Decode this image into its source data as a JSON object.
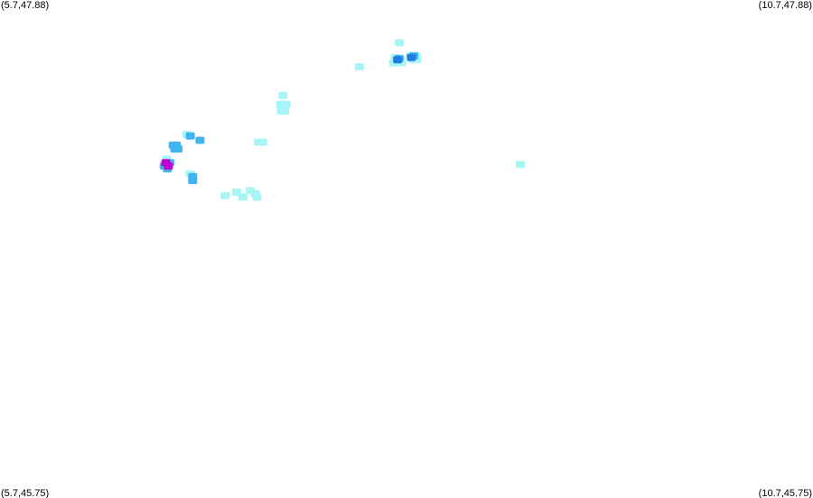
{
  "map": {
    "corners": {
      "top_left": "(5.7,47.88)",
      "top_right": "(10.7,47.88)",
      "bottom_left": "(5.7,45.75)",
      "bottom_right": "(10.7,45.75)"
    },
    "extent": {
      "lon_min": 5.7,
      "lon_max": 10.7,
      "lat_min": 45.75,
      "lat_max": 47.88
    },
    "palette": {
      "background": "#ffffff",
      "light": "#a8f5f8",
      "medium": "#3fb4f0",
      "strong": "#1f7fe0",
      "heavy": "#c000d0"
    },
    "cells": [
      {
        "lon": 7.44,
        "lat": 47.472,
        "level": "light"
      },
      {
        "lon": 7.425,
        "lat": 47.434,
        "level": "light"
      },
      {
        "lon": 7.44,
        "lat": 47.434,
        "level": "light"
      },
      {
        "lon": 7.46,
        "lat": 47.434,
        "level": "light"
      },
      {
        "lon": 7.43,
        "lat": 47.405,
        "level": "light"
      },
      {
        "lon": 7.45,
        "lat": 47.405,
        "level": "light"
      },
      {
        "lon": 7.29,
        "lat": 47.272,
        "level": "light"
      },
      {
        "lon": 7.315,
        "lat": 47.272,
        "level": "light"
      },
      {
        "lon": 7.24,
        "lat": 47.065,
        "level": "light"
      },
      {
        "lon": 7.155,
        "lat": 47.058,
        "level": "light"
      },
      {
        "lon": 7.27,
        "lat": 47.051,
        "level": "light"
      },
      {
        "lon": 7.28,
        "lat": 47.037,
        "level": "light"
      },
      {
        "lon": 7.195,
        "lat": 47.037,
        "level": "light"
      },
      {
        "lon": 7.085,
        "lat": 47.044,
        "level": "light"
      },
      {
        "lon": 6.87,
        "lat": 47.298,
        "level": "medium"
      },
      {
        "lon": 6.93,
        "lat": 47.28,
        "level": "medium"
      },
      {
        "lon": 6.85,
        "lat": 47.305,
        "level": "light"
      },
      {
        "lon": 6.765,
        "lat": 47.259,
        "level": "medium"
      },
      {
        "lon": 6.795,
        "lat": 47.243,
        "level": "medium"
      },
      {
        "lon": 6.775,
        "lat": 47.243,
        "level": "medium"
      },
      {
        "lon": 6.785,
        "lat": 47.259,
        "level": "medium"
      },
      {
        "lon": 6.745,
        "lat": 47.184,
        "level": "medium"
      },
      {
        "lon": 6.72,
        "lat": 47.184,
        "level": "heavy"
      },
      {
        "lon": 6.735,
        "lat": 47.17,
        "level": "heavy"
      },
      {
        "lon": 6.73,
        "lat": 47.158,
        "level": "medium"
      },
      {
        "lon": 6.71,
        "lat": 47.17,
        "level": "medium"
      },
      {
        "lon": 6.725,
        "lat": 47.2,
        "level": "light"
      },
      {
        "lon": 6.885,
        "lat": 47.125,
        "level": "medium"
      },
      {
        "lon": 6.87,
        "lat": 47.137,
        "level": "light"
      },
      {
        "lon": 6.885,
        "lat": 47.108,
        "level": "medium"
      },
      {
        "lon": 7.195,
        "lat": 47.038,
        "level": "light"
      },
      {
        "lon": 7.91,
        "lat": 47.594,
        "level": "light"
      },
      {
        "lon": 8.155,
        "lat": 47.697,
        "level": "light"
      },
      {
        "lon": 8.13,
        "lat": 47.633,
        "level": "light"
      },
      {
        "lon": 8.16,
        "lat": 47.627,
        "level": "light"
      },
      {
        "lon": 8.17,
        "lat": 47.612,
        "level": "light"
      },
      {
        "lon": 8.12,
        "lat": 47.611,
        "level": "light"
      },
      {
        "lon": 8.155,
        "lat": 47.63,
        "level": "medium"
      },
      {
        "lon": 8.145,
        "lat": 47.624,
        "level": "strong"
      },
      {
        "lon": 8.225,
        "lat": 47.641,
        "level": "light"
      },
      {
        "lon": 8.245,
        "lat": 47.641,
        "level": "medium"
      },
      {
        "lon": 8.23,
        "lat": 47.634,
        "level": "strong"
      },
      {
        "lon": 8.26,
        "lat": 47.641,
        "level": "light"
      },
      {
        "lon": 8.24,
        "lat": 47.625,
        "level": "light"
      },
      {
        "lon": 8.265,
        "lat": 47.625,
        "level": "light"
      },
      {
        "lon": 8.9,
        "lat": 47.176,
        "level": "light"
      }
    ]
  }
}
